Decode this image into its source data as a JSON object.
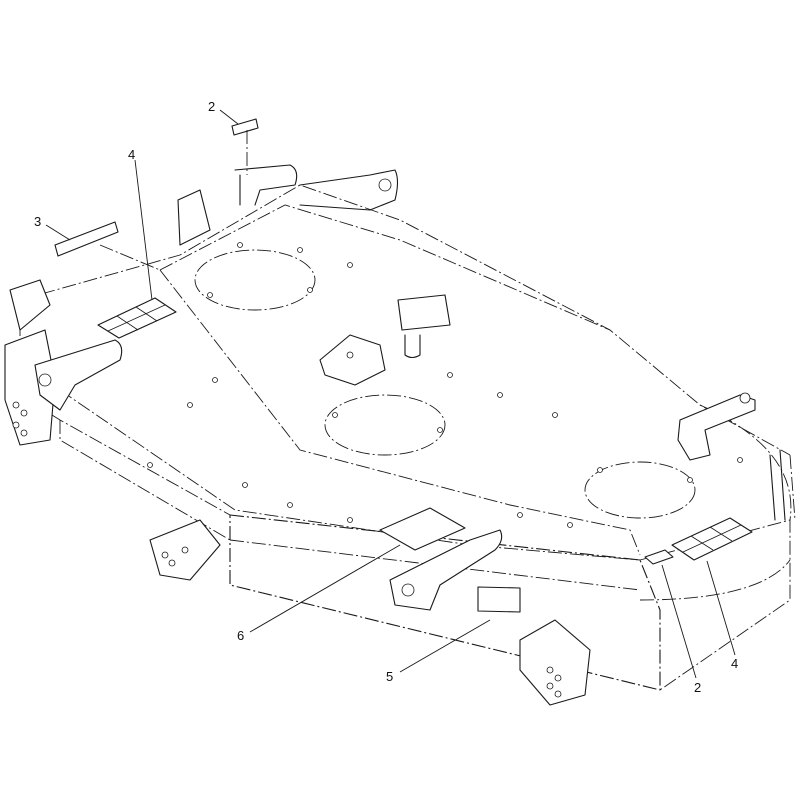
{
  "callouts": [
    {
      "id": "c2-top",
      "label": "2"
    },
    {
      "id": "c4-left",
      "label": "4"
    },
    {
      "id": "c3",
      "label": "3"
    },
    {
      "id": "c6",
      "label": "6"
    },
    {
      "id": "c5",
      "label": "5"
    },
    {
      "id": "c2-bottom",
      "label": "2"
    },
    {
      "id": "c4-right",
      "label": "4"
    }
  ]
}
